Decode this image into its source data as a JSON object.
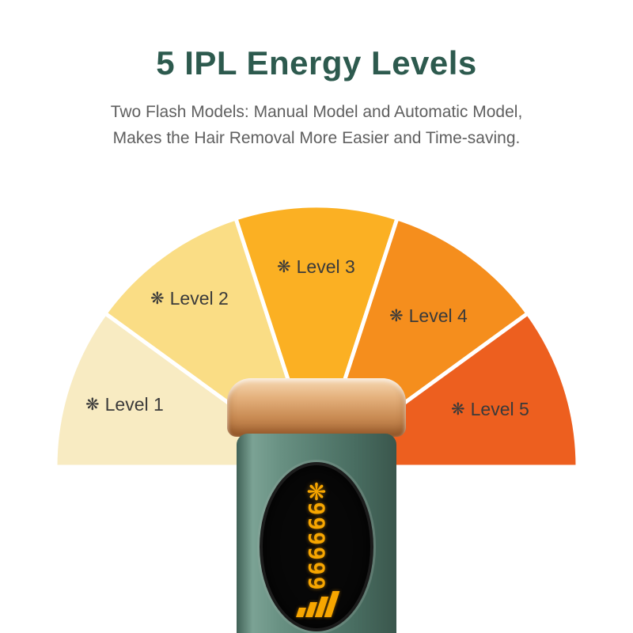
{
  "header": {
    "title": "5 IPL Energy Levels",
    "subtitle_line1": "Two Flash Models: Manual Model and Automatic Model,",
    "subtitle_line2": "Makes the Hair Removal More Easier and Time-saving."
  },
  "gauge": {
    "icon": "❋",
    "levels": [
      {
        "label": "Level 1",
        "color": "#f8ebc2"
      },
      {
        "label": "Level 2",
        "color": "#fadd85"
      },
      {
        "label": "Level 3",
        "color": "#fbb023"
      },
      {
        "label": "Level 4",
        "color": "#f58e1d"
      },
      {
        "label": "Level 5",
        "color": "#ed5f1f"
      }
    ]
  },
  "device": {
    "display": {
      "fan_icon": "❋",
      "digits": "999999"
    }
  },
  "colors": {
    "title": "#2d5a4e",
    "subtitle": "#5f5f5f",
    "label": "#3a3a3a",
    "device_body": "#557b6e",
    "device_cap": "#c88a52",
    "display_accent": "#f7a600"
  }
}
